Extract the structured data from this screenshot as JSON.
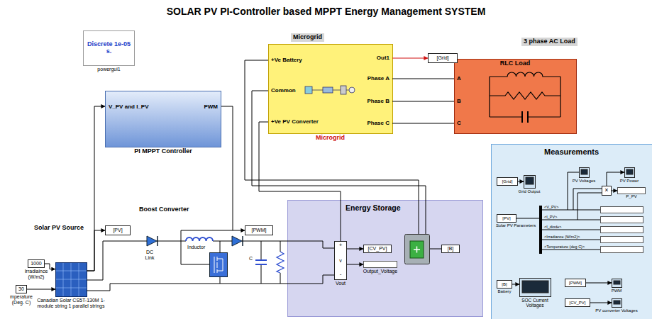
{
  "diagram": {
    "title": "SOLAR PV PI-Controller based MPPT Energy Management SYSTEM",
    "nodes": [
      {
        "text": [
          "Discrete 1e-05 s.",
          "powergui1"
        ]
      },
      {
        "text": [
          "Microgrid",
          "+Ve Battery",
          "Common",
          "+Ve PV Converter",
          "Out1",
          "Phase A",
          "Phase B",
          "Phase C",
          "Microgrid"
        ]
      },
      {
        "text": [
          "[Grid]"
        ]
      },
      {
        "text": [
          "3 phase AC Load",
          "RLC Load",
          "A",
          "B",
          "C"
        ]
      },
      {
        "text": [
          "V_PV and I_PV",
          "PWM",
          "PI MPPT Controller"
        ]
      },
      {
        "text": [
          "Measurements"
        ]
      },
      {
        "text": [
          "[Grid]"
        ],
        "in": 5
      },
      {
        "text": [
          "Grid Output"
        ],
        "in": 5
      },
      {
        "text": [
          "PV Voltages"
        ],
        "in": 5
      },
      {
        "text": [
          "PV Power"
        ],
        "in": 5
      },
      {
        "text": [
          "×"
        ],
        "in": 5
      },
      {
        "text": [
          "P_PV"
        ],
        "in": 5
      },
      {
        "text": [
          "[PV]",
          "Solar PV Parameters"
        ],
        "in": 5
      },
      {
        "text": [
          "[B]",
          "Battery"
        ],
        "in": 5
      },
      {
        "text": [
          "SOC Current Voltages"
        ],
        "in": 5
      },
      {
        "text": [
          "[PWM]"
        ],
        "in": 5
      },
      {
        "text": [
          "PWM"
        ],
        "in": 5
      },
      {
        "text": [
          "[CV_PV]"
        ],
        "in": 5
      },
      {
        "text": [
          "PV converter Voltages"
        ],
        "in": 5
      },
      {
        "text": [
          "[PV]"
        ]
      },
      {
        "text": [
          "[PWM]"
        ]
      },
      {
        "text": [
          "Energy Storage"
        ]
      },
      {
        "text": [
          "+",
          "v",
          "-",
          "Vout"
        ],
        "in": 21
      },
      {
        "text": [
          "Output_Voltage"
        ],
        "in": 21
      },
      {
        "text": [
          "[CV_PV]"
        ],
        "in": 21
      },
      {
        "text": [
          "[B]"
        ],
        "in": 21
      },
      {
        "text": [
          "1000",
          "Irradiaince (W/m2)"
        ]
      },
      {
        "text": [
          "30",
          "mperature (Deg. C)"
        ]
      },
      {
        "text": [
          "Canadian Solar CS5T-130M 1-module string 1 parallel strings"
        ]
      }
    ],
    "edges": [
      {
        "from": 26,
        "to": 28,
        "arrow": "to"
      },
      {
        "from": 27,
        "to": 28,
        "arrow": "to"
      },
      {
        "from": 28,
        "to": 4,
        "arrow": "to"
      },
      {
        "from": 28,
        "to": 19,
        "arrow": "to"
      },
      {
        "from": 4,
        "to": 20,
        "arrow": "to"
      },
      {
        "from": 1,
        "to": 2,
        "arrow": "to"
      },
      {
        "from": 1,
        "to": 3,
        "arrow": "none"
      },
      {
        "from": 1,
        "to": 3,
        "arrow": "none"
      },
      {
        "from": 1,
        "to": 3,
        "arrow": "none"
      },
      {
        "from": 1,
        "to": 22,
        "arrow": "none"
      },
      {
        "from": 22,
        "to": 24,
        "arrow": "to"
      },
      {
        "from": 22,
        "to": 23,
        "arrow": "to"
      },
      {
        "from": 6,
        "to": 7,
        "arrow": "to"
      },
      {
        "from": 10,
        "to": 9,
        "arrow": "to"
      },
      {
        "from": 10,
        "to": 11,
        "arrow": "to"
      },
      {
        "from": 13,
        "to": 14,
        "arrow": "to"
      },
      {
        "from": 15,
        "to": 16,
        "arrow": "to"
      },
      {
        "from": 17,
        "to": 18,
        "arrow": "to"
      }
    ],
    "labels": [
      "Solar PV Source",
      "Boost Converter",
      "DC Link",
      "Inductor",
      "C",
      "<V_PV>",
      "<I_PV>",
      "<I_diode>",
      "<Irradiance (W/m2)>",
      "<Temperature (deg C)>"
    ]
  }
}
